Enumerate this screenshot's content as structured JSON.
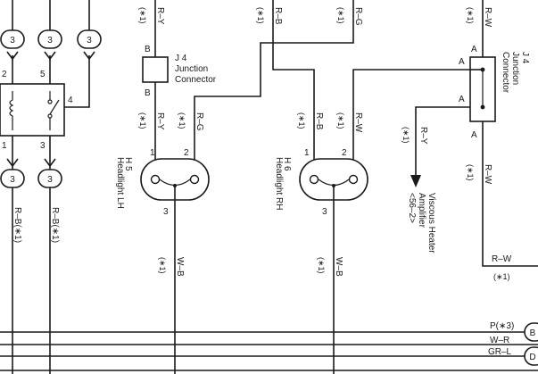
{
  "connector_ref": "3",
  "relay": {
    "pins": [
      "2",
      "5",
      "4",
      "1",
      "3"
    ]
  },
  "left_wires": {
    "w1": "R–B(∗1)",
    "w2": "R–B(∗1)"
  },
  "j4_left": {
    "label": "J 4",
    "line1": "Junction",
    "line2": "Connector",
    "pin_top": "B",
    "pin_bottom": "B"
  },
  "wires": {
    "ry": "R–Y",
    "rb": "R–B",
    "rg": "R–G",
    "rw": "R–W",
    "wb": "W–B",
    "note": "(∗1)"
  },
  "h5": {
    "code": "H 5",
    "name": "Headlight LH",
    "pin1": "1",
    "pin2": "2",
    "pin3": "3"
  },
  "h6": {
    "code": "H 6",
    "name": "Headlight RH",
    "pin1": "1",
    "pin2": "2",
    "pin3": "3"
  },
  "j4_right": {
    "label": "J 4",
    "line1": "Junction",
    "line2": "Connector",
    "pin_a": "A"
  },
  "viscous": {
    "line1": "Viscous Heater",
    "line2": "Amplifier",
    "line3": "<56–2>"
  },
  "bottom_right": {
    "rw_label": "R–W",
    "rw_note": "(∗1)",
    "lines": [
      {
        "label": "P(∗3)",
        "tag": "B"
      },
      {
        "label": "W–R",
        "tag": ""
      },
      {
        "label": "GR–L",
        "tag": "D"
      }
    ]
  }
}
